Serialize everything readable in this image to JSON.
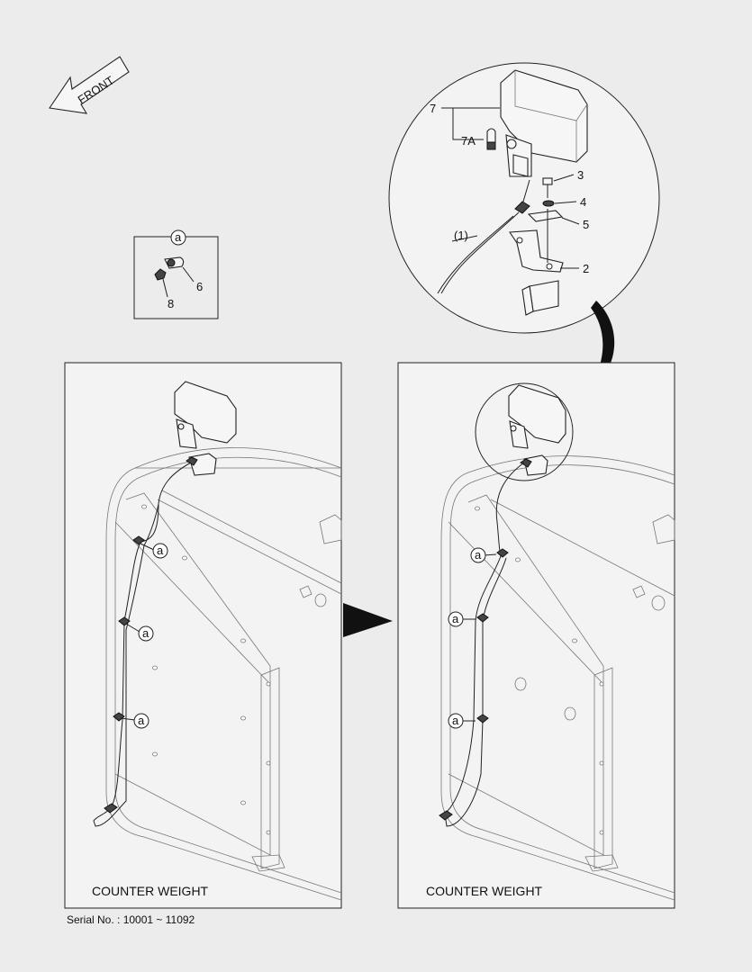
{
  "front_arrow": {
    "label": "FRONT"
  },
  "detail_a": {
    "callout": "a",
    "parts": [
      "6",
      "8"
    ]
  },
  "zoom_detail": {
    "parts": [
      {
        "id": "7",
        "text": "7"
      },
      {
        "id": "7A",
        "text": "7A"
      },
      {
        "id": "3",
        "text": "3"
      },
      {
        "id": "4",
        "text": "4"
      },
      {
        "id": "5",
        "text": "5"
      },
      {
        "id": "2",
        "text": "2"
      },
      {
        "id": "1",
        "text": "(1)"
      }
    ]
  },
  "left_panel": {
    "caption": "COUNTER WEIGHT",
    "callouts": [
      "a",
      "a",
      "a"
    ]
  },
  "right_panel": {
    "caption": "COUNTER WEIGHT",
    "callouts": [
      "a",
      "a",
      "a"
    ]
  },
  "serial": "Serial No. : 10001 ~ 11092"
}
